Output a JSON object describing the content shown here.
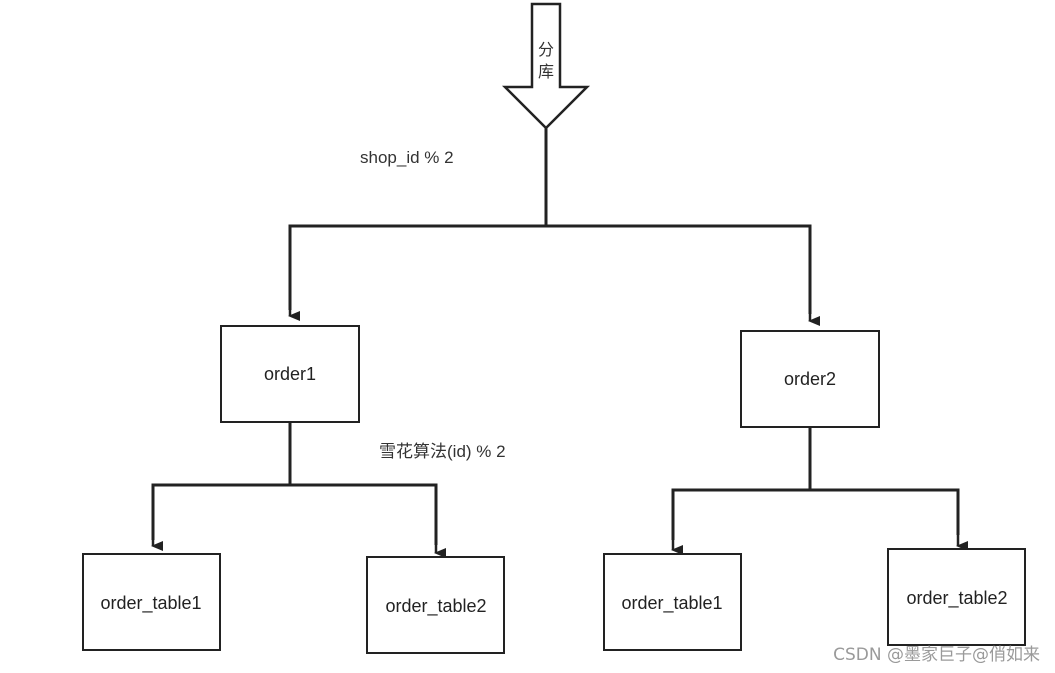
{
  "diagram": {
    "arrow_label_line1": "分",
    "arrow_label_line2": "库",
    "db_split_label": "shop_id % 2",
    "table_split_label": "雪花算法(id) % 2",
    "nodes": {
      "order1": "order1",
      "order2": "order2",
      "order1_table1": "order_table1",
      "order1_table2": "order_table2",
      "order2_table1": "order_table1",
      "order2_table2": "order_table2"
    }
  },
  "watermark": "CSDN @墨家巨子@俏如来"
}
